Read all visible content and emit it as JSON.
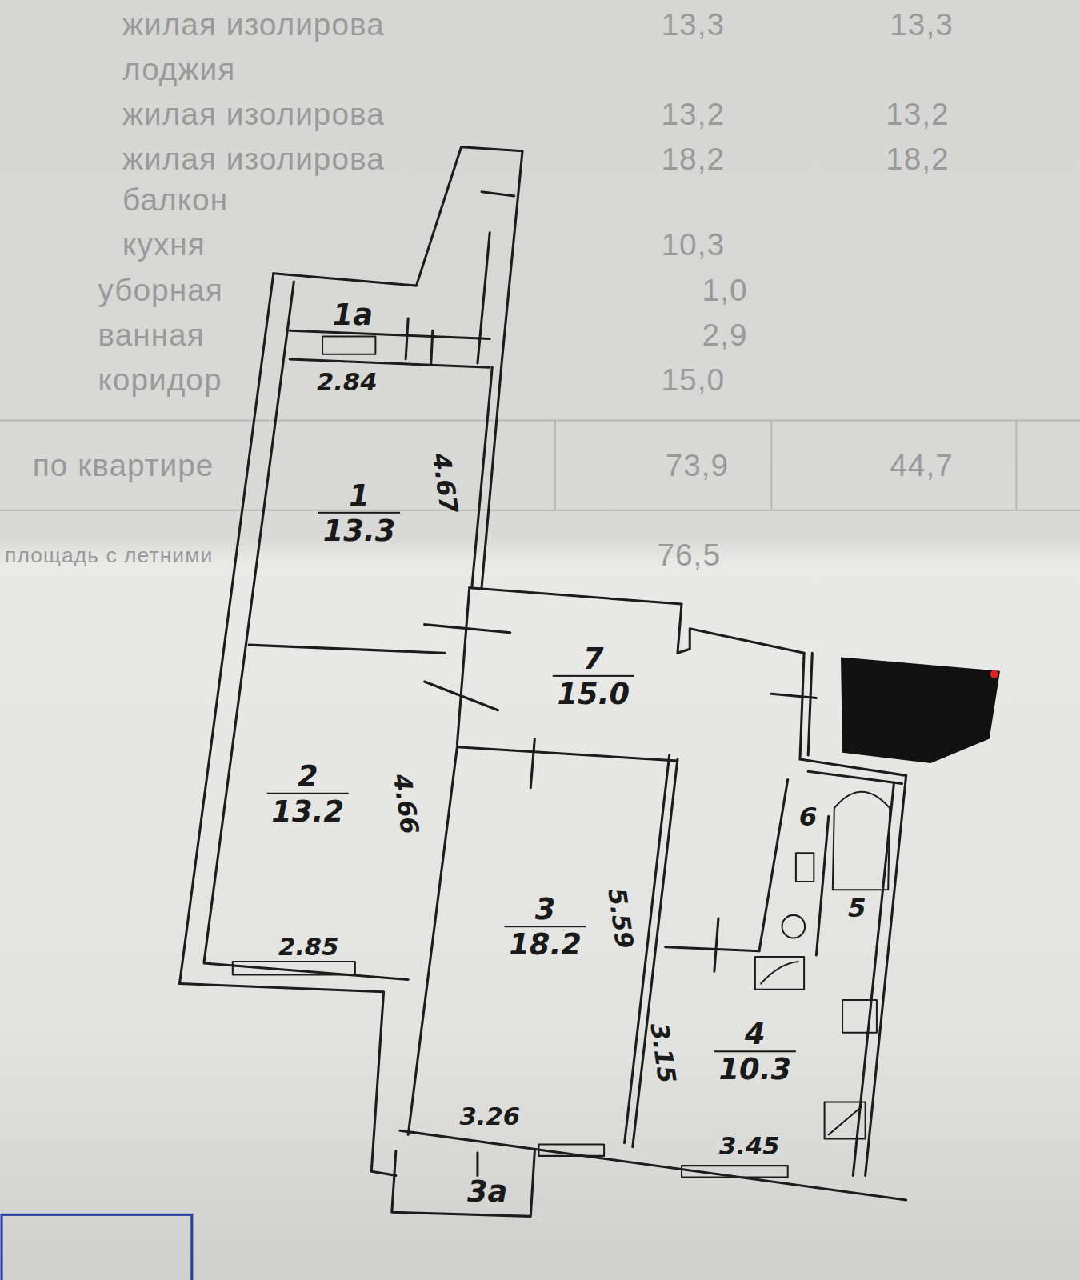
{
  "diagram": {
    "nodes": [
      {
        "text": [
          "1а"
        ]
      },
      {
        "text": [
          "1",
          "13.3"
        ]
      },
      {
        "text": [
          "7",
          "15.0"
        ]
      },
      {
        "text": [
          "2",
          "13.2"
        ]
      },
      {
        "text": [
          "3",
          "18.2"
        ]
      },
      {
        "text": [
          "6"
        ]
      },
      {
        "text": [
          "5"
        ]
      },
      {
        "text": [
          "4",
          "10.3"
        ]
      },
      {
        "text": [
          "3а"
        ]
      }
    ],
    "labels": [
      "жилая изолирова",
      "13,3",
      "13,3",
      "лоджия",
      "жилая изолирова",
      "13,2",
      "13,2",
      "жилая изолирова",
      "18,2",
      "18,2",
      "балкон",
      "кухня",
      "10,3",
      "уборная",
      "1,0",
      "ванная",
      "2,9",
      "коридор",
      "15,0",
      "по квартире",
      "73,9",
      "44,7",
      "площадь с летними",
      "76,5",
      "2.84",
      "4.67",
      "4.66",
      "5.59",
      "2.85",
      "3.15",
      "3.26",
      "3.45"
    ]
  }
}
